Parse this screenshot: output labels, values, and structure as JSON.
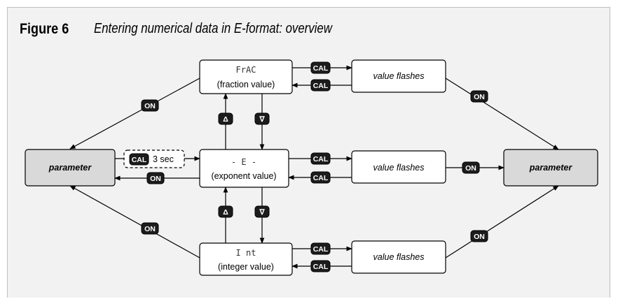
{
  "figure": {
    "label": "Figure 6",
    "caption": "Entering numerical data in E-format: overview"
  },
  "nodes": {
    "frac_display": "FrAC",
    "frac_label": "(fraction value)",
    "exp_display": "- E -",
    "exp_label": "(exponent value)",
    "int_display": "I nt",
    "int_label": "(integer value)",
    "value_flashes_top": "value flashes",
    "value_flashes_mid": "value flashes",
    "value_flashes_bot": "value flashes",
    "param_left": "parameter",
    "param_right": "parameter"
  },
  "buttons": {
    "on": "ON",
    "cal": "CAL",
    "up": "Δ",
    "down": "∇"
  },
  "hold_label": "3 sec",
  "colors": {
    "background": "#f2f2f2",
    "parameter_fill": "#d9d9d9",
    "button_fill": "#1c1c1c"
  }
}
